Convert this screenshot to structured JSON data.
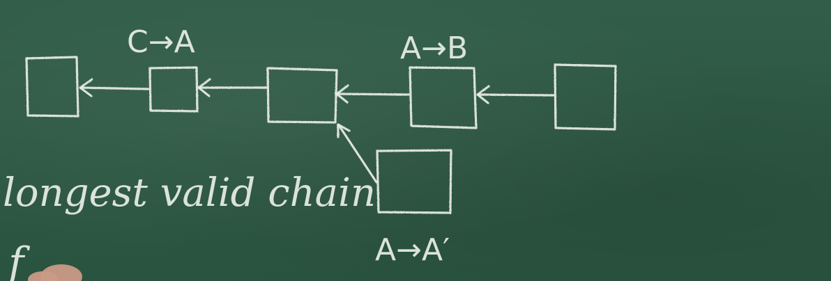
{
  "labels": {
    "tx_block2": "C→A",
    "tx_block4": "A→B",
    "tx_fork": "A→A′",
    "line1": "longest valid chain",
    "line2": "f"
  },
  "colors": {
    "board": "#2f5a45",
    "chalk": "#e9ede9"
  }
}
